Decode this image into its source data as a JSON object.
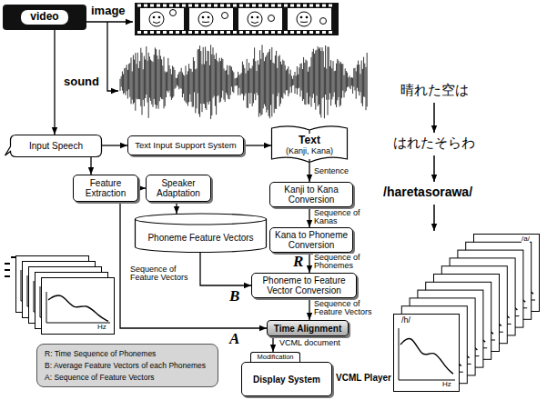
{
  "diagram": {
    "nodes": [
      {
        "text": [
          "video"
        ]
      },
      {
        "text": [
          "Input Speech"
        ]
      },
      {
        "text": [
          "Text Input Support System"
        ]
      },
      {
        "text": [
          "Text",
          "(Kanji, Kana)"
        ]
      },
      {
        "text": [
          "Feature Extraction"
        ]
      },
      {
        "text": [
          "Speaker Adaptation"
        ]
      },
      {
        "text": [
          "Kanji to Kana Conversion"
        ]
      },
      {
        "text": [
          "Phoneme Feature Vectors"
        ]
      },
      {
        "text": [
          "Kana to Phoneme Conversion"
        ]
      },
      {
        "text": [
          "Phoneme to Feature Vector Conversion"
        ]
      },
      {
        "text": [
          "Time Alignment"
        ]
      },
      {
        "text": [
          "R: Time Sequence of Phonemes",
          "B: Average Feature Vectors of each Phonemes",
          "A: Sequence of Feature Vectors"
        ]
      },
      {
        "text": [
          "Modification"
        ]
      },
      {
        "text": [
          "Display System"
        ]
      }
    ],
    "edges": [
      {
        "from": 0,
        "to": 1,
        "arrow": "to"
      },
      {
        "from": 1,
        "to": 2,
        "arrow": "to"
      },
      {
        "from": 2,
        "to": 3,
        "arrow": "to"
      },
      {
        "from": 3,
        "to": 6,
        "label": "Sentence",
        "arrow": "to"
      },
      {
        "from": 1,
        "to": 4,
        "arrow": "to"
      },
      {
        "from": 4,
        "to": 5,
        "arrow": "to"
      },
      {
        "from": 5,
        "to": 7,
        "arrow": "to"
      },
      {
        "from": 6,
        "to": 8,
        "label": "Sequence of Kanas",
        "arrow": "to"
      },
      {
        "from": 8,
        "to": 9,
        "label": "Sequence of Phonemes",
        "arrow": "to"
      },
      {
        "from": 7,
        "to": 9,
        "arrow": "to"
      },
      {
        "from": 9,
        "to": 10,
        "label": "Sequence of Feature Vectors",
        "arrow": "to"
      },
      {
        "from": 4,
        "to": 10,
        "label": "Sequence of Feature Vectors",
        "arrow": "to"
      },
      {
        "from": 10,
        "to": 12,
        "label": "VCML document",
        "arrow": "to"
      }
    ],
    "labels": [
      "image",
      "sound",
      "晴れた空は",
      "はれたそらわ",
      "/haretasorawa/",
      "Hz",
      "R",
      "B",
      "A",
      "/a/",
      "/h/",
      "Hz",
      "VCML Player"
    ]
  }
}
